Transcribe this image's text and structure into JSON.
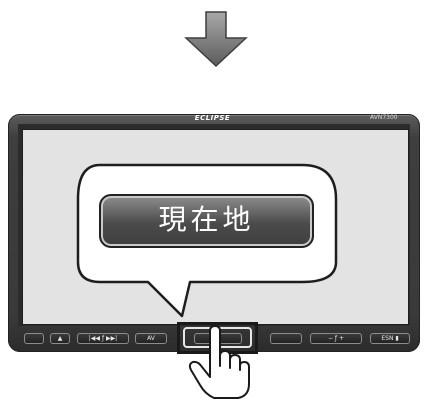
{
  "brand": "ECLIPSE",
  "model": "AVN7300",
  "bubble_label": "現在地",
  "hw_buttons": {
    "eject": "▲",
    "track": "|◀◀  ƒ  ▶▶|",
    "av": "AV",
    "volume": "−   ƒ   +",
    "extra": "ESN ▮"
  },
  "icons": {
    "arrow": "down-arrow-icon",
    "hand": "pointing-hand-icon"
  },
  "colors": {
    "unit": "#3e3e3e",
    "screen": "#e3e3e3",
    "bubble_button": "#4b4b4b",
    "arrow": "#6b6b6b"
  }
}
